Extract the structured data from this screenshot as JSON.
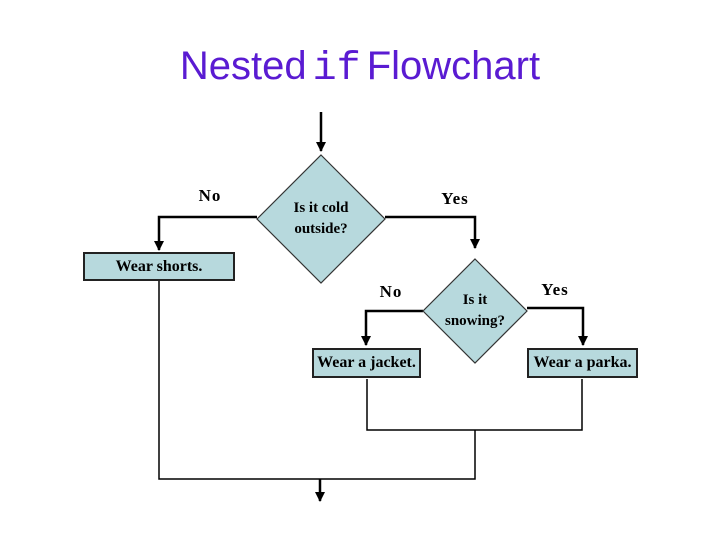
{
  "slide": {
    "title": {
      "prefix": "Nested",
      "keyword": "if",
      "suffix": "Flowchart"
    },
    "colors": {
      "title": "#5a1bd2",
      "shape_fill": "#b7d9dd",
      "shape_border": "#333333",
      "line": "#000000",
      "background": "#ffffff"
    }
  },
  "flowchart": {
    "decision_cold": {
      "question": "Is it cold\noutside?",
      "no_label": "No",
      "yes_label": "Yes"
    },
    "result_shorts": {
      "label": "Wear shorts."
    },
    "decision_snow": {
      "question": "Is it\nsnowing?",
      "no_label": "No",
      "yes_label": "Yes"
    },
    "result_jacket": {
      "label": "Wear a jacket."
    },
    "result_parka": {
      "label": "Wear a parka."
    }
  }
}
